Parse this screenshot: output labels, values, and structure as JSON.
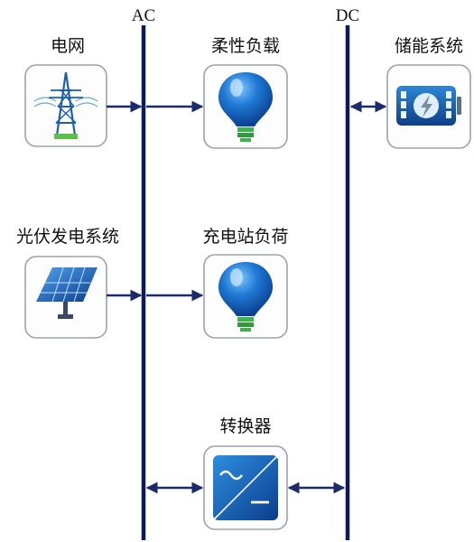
{
  "buses": {
    "ac_label": "AC",
    "dc_label": "DC"
  },
  "nodes": {
    "grid": {
      "label": "电网",
      "icon": "power-tower-icon"
    },
    "flexible_load": {
      "label": "柔性负载",
      "icon": "light-bulb-icon"
    },
    "storage": {
      "label": "储能系统",
      "icon": "battery-icon"
    },
    "pv": {
      "label": "光伏发电系统",
      "icon": "solar-panel-icon"
    },
    "charging_load": {
      "label": "充电站负荷",
      "icon": "light-bulb-icon"
    },
    "converter": {
      "label": "转换器",
      "icon": "ac-dc-converter-icon"
    }
  },
  "colors": {
    "bus": "#0d1a5a",
    "line": "#1b2a6b",
    "bulb": "#1565c0",
    "bulb_base": "#39b54a",
    "box_border": "#9aa3b0"
  }
}
